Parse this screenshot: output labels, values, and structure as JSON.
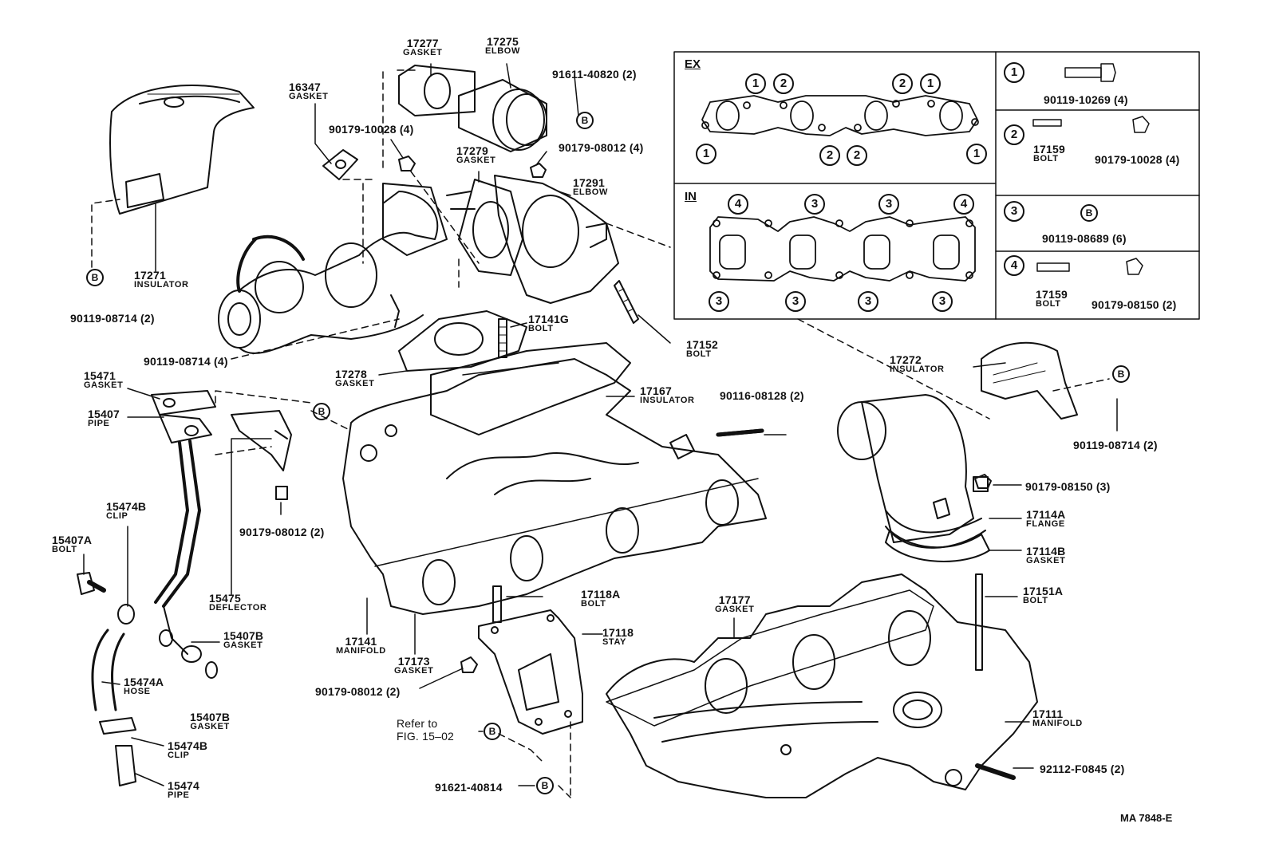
{
  "drawing_code": "MA 7848-E",
  "refer_note": {
    "line1": "Refer to",
    "line2": "FIG. 15–02"
  },
  "callout_letter": "B",
  "parts": {
    "p17277": {
      "no": "17277",
      "name": "GASKET"
    },
    "p17275": {
      "no": "17275",
      "name": "ELBOW"
    },
    "p91611": {
      "no": "91611-40820 (2)"
    },
    "p16347": {
      "no": "16347",
      "name": "GASKET"
    },
    "p90179_10028": {
      "no": "90179-10028 (4)"
    },
    "p17279": {
      "no": "17279",
      "name": "GASKET"
    },
    "p90179_08012_4": {
      "no": "90179-08012 (4)"
    },
    "p17291": {
      "no": "17291",
      "name": "ELBOW"
    },
    "p17271": {
      "no": "17271",
      "name": "INSULATOR"
    },
    "p90119_08714_a": {
      "no": "90119-08714 (2)"
    },
    "p17141g": {
      "no": "17141G",
      "name": "BOLT"
    },
    "p17152": {
      "no": "17152",
      "name": "BOLT"
    },
    "p90119_08714_b": {
      "no": "90119-08714 (4)"
    },
    "p15471": {
      "no": "15471",
      "name": "GASKET"
    },
    "p15407": {
      "no": "15407",
      "name": "PIPE"
    },
    "p17278": {
      "no": "17278",
      "name": "GASKET"
    },
    "p17167": {
      "no": "17167",
      "name": "INSULATOR"
    },
    "p90116": {
      "no": "90116-08128 (2)"
    },
    "p17272": {
      "no": "17272",
      "name": "INSULATOR"
    },
    "p90119_08714_c": {
      "no": "90119-08714 (2)"
    },
    "p90179_08150_3": {
      "no": "90179-08150 (3)"
    },
    "p17114a": {
      "no": "17114A",
      "name": "FLANGE"
    },
    "p17114b": {
      "no": "17114B",
      "name": "GASKET"
    },
    "p15474b_a": {
      "no": "15474B",
      "name": "CLIP"
    },
    "p15407a": {
      "no": "15407A",
      "name": "BOLT"
    },
    "p90179_08012_2a": {
      "no": "90179-08012 (2)"
    },
    "p15475": {
      "no": "15475",
      "name": "DEFLECTOR"
    },
    "p15407b_a": {
      "no": "15407B",
      "name": "GASKET"
    },
    "p15474a": {
      "no": "15474A",
      "name": "HOSE"
    },
    "p15407b_b": {
      "no": "15407B",
      "name": "GASKET"
    },
    "p15474b_b": {
      "no": "15474B",
      "name": "CLIP"
    },
    "p15474": {
      "no": "15474",
      "name": "PIPE"
    },
    "p17141": {
      "no": "17141",
      "name": "MANIFOLD"
    },
    "p17173": {
      "no": "17173",
      "name": "GASKET"
    },
    "p17118a": {
      "no": "17118A",
      "name": "BOLT"
    },
    "p17118": {
      "no": "17118",
      "name": "STAY"
    },
    "p90179_08012_2b": {
      "no": "90179-08012 (2)"
    },
    "p91621": {
      "no": "91621-40814"
    },
    "p17177": {
      "no": "17177",
      "name": "GASKET"
    },
    "p17151a": {
      "no": "17151A",
      "name": "BOLT"
    },
    "p17111": {
      "no": "17111",
      "name": "MANIFOLD"
    },
    "p92112": {
      "no": "92112-F0845 (2)"
    }
  },
  "gasket_order": {
    "ex_title": "EX",
    "in_title": "IN",
    "ex_marks": [
      "1",
      "2",
      "2",
      "1",
      "1",
      "2",
      "2",
      "1"
    ],
    "in_marks": [
      "4",
      "3",
      "3",
      "4",
      "3",
      "3",
      "3",
      "3"
    ]
  },
  "fastener_legend": [
    {
      "key": "1",
      "items": [
        {
          "no": "90119-10269 (4)"
        }
      ]
    },
    {
      "key": "2",
      "items": [
        {
          "no": "17159",
          "name": "BOLT"
        },
        {
          "no": "90179-10028 (4)"
        }
      ]
    },
    {
      "key": "3",
      "items": [
        {
          "no": "90119-08689 (6)"
        }
      ]
    },
    {
      "key": "4",
      "items": [
        {
          "no": "17159",
          "name": "BOLT"
        },
        {
          "no": "90179-08150 (2)"
        }
      ]
    }
  ]
}
